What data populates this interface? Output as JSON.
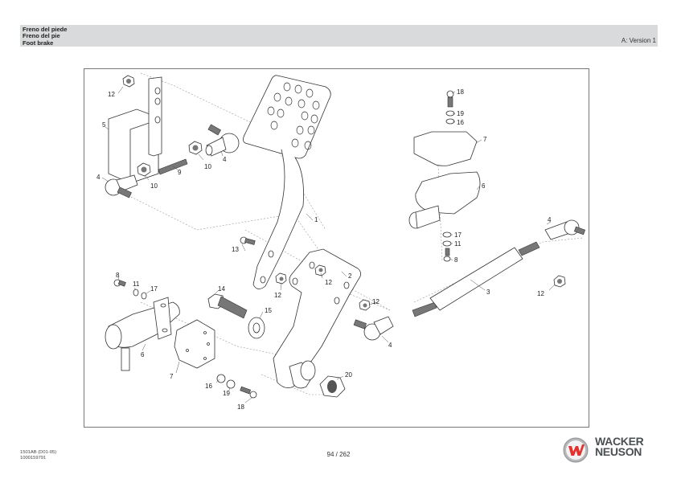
{
  "header": {
    "titles": [
      "Freno del piede",
      "Freno del pie",
      "Foot brake"
    ],
    "version": "A: Version 1"
  },
  "diagram": {
    "title": "Foot brake exploded view",
    "callouts": [
      {
        "id": "c12a",
        "label": "12"
      },
      {
        "id": "c5",
        "label": "5"
      },
      {
        "id": "c4a",
        "label": "4"
      },
      {
        "id": "c10a",
        "label": "10"
      },
      {
        "id": "c9",
        "label": "9"
      },
      {
        "id": "c10b",
        "label": "10"
      },
      {
        "id": "c4b",
        "label": "4"
      },
      {
        "id": "c1",
        "label": "1"
      },
      {
        "id": "c18a",
        "label": "18"
      },
      {
        "id": "c19a",
        "label": "19"
      },
      {
        "id": "c16a",
        "label": "16"
      },
      {
        "id": "c7a",
        "label": "7"
      },
      {
        "id": "c6a",
        "label": "6"
      },
      {
        "id": "c17a",
        "label": "17"
      },
      {
        "id": "c11a",
        "label": "11"
      },
      {
        "id": "c8a",
        "label": "8"
      },
      {
        "id": "c4c",
        "label": "4"
      },
      {
        "id": "c3",
        "label": "3"
      },
      {
        "id": "c12b",
        "label": "12"
      },
      {
        "id": "c13",
        "label": "13"
      },
      {
        "id": "c2",
        "label": "2"
      },
      {
        "id": "c12c",
        "label": "12"
      },
      {
        "id": "c12d",
        "label": "12"
      },
      {
        "id": "c12e",
        "label": "12"
      },
      {
        "id": "c4d",
        "label": "4"
      },
      {
        "id": "c14",
        "label": "14"
      },
      {
        "id": "c15",
        "label": "15"
      },
      {
        "id": "c8b",
        "label": "8"
      },
      {
        "id": "c11b",
        "label": "11"
      },
      {
        "id": "c17b",
        "label": "17"
      },
      {
        "id": "c6b",
        "label": "6"
      },
      {
        "id": "c7b",
        "label": "7"
      },
      {
        "id": "c16b",
        "label": "16"
      },
      {
        "id": "c19b",
        "label": "19"
      },
      {
        "id": "c18b",
        "label": "18"
      },
      {
        "id": "c20",
        "label": "20"
      }
    ]
  },
  "footer": {
    "doc_code": "1501AB (D01-05)",
    "doc_number": "1000159791",
    "page": "94 / 262",
    "brand_line1": "WACKER",
    "brand_line2": "NEUSON",
    "brand_colors": {
      "logo_red": "#e3312d",
      "logo_ring": "#9a9c9e",
      "text": "#4b5052"
    }
  }
}
